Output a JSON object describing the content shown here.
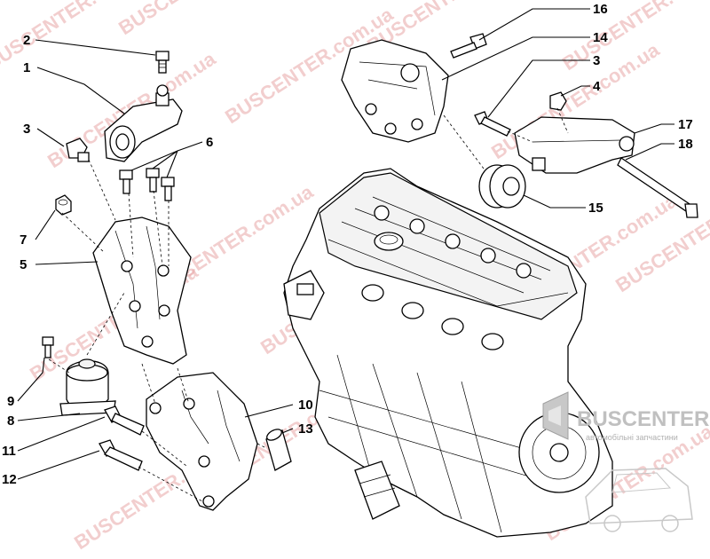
{
  "callouts": {
    "c1": "1",
    "c2": "2",
    "c3a": "3",
    "c3b": "3",
    "c4": "4",
    "c5": "5",
    "c6": "6",
    "c7": "7",
    "c8": "8",
    "c9": "9",
    "c10": "10",
    "c11": "11",
    "c12": "12",
    "c13": "13",
    "c14": "14",
    "c15": "15",
    "c16": "16",
    "c17": "17",
    "c18": "18"
  },
  "watermark": {
    "text": "BUSCENTER.com.ua",
    "color": "#e8a7a7"
  },
  "logo": {
    "name": "BUSCENTER",
    "tagline": "автомобільні запчастини"
  },
  "colors": {
    "line": "#000000",
    "background": "#ffffff",
    "watermark": "#e8a7a7",
    "logo": "#c0c0c0"
  }
}
